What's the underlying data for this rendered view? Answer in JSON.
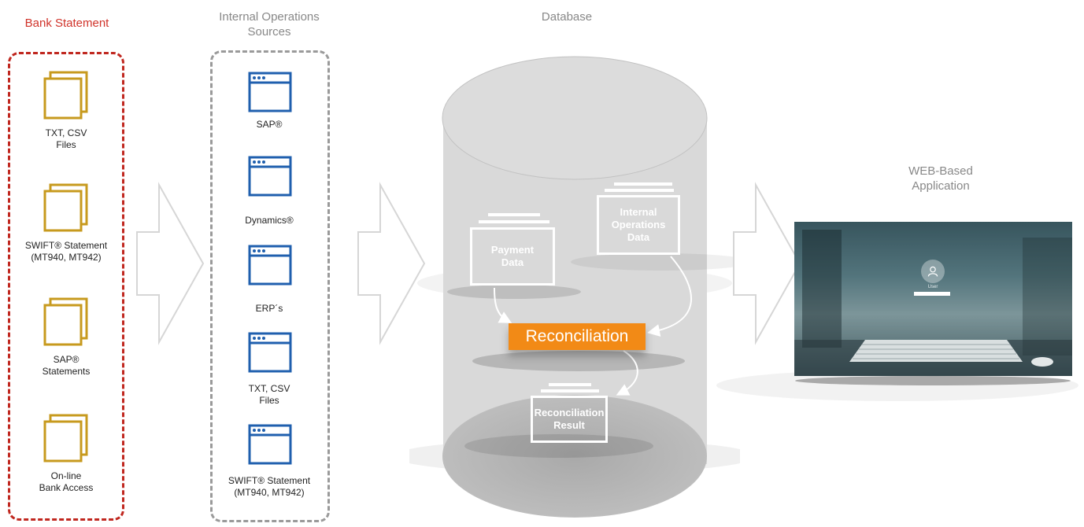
{
  "columns": {
    "bank_statement": {
      "title": "Bank Statement",
      "items": [
        {
          "line1": "TXT, CSV",
          "line2": "Files"
        },
        {
          "line1": "SWIFT® Statement",
          "line2": "(MT940, MT942)"
        },
        {
          "line1": "SAP®",
          "line2": "Statements"
        },
        {
          "line1": "On-line",
          "line2": "Bank Access"
        }
      ]
    },
    "internal_sources": {
      "title_line1": "Internal Operations",
      "title_line2": "Sources",
      "items": [
        {
          "line1": "SAP®",
          "line2": ""
        },
        {
          "line1": "Dynamics®",
          "line2": ""
        },
        {
          "line1": "ERP´s",
          "line2": ""
        },
        {
          "line1": "TXT, CSV",
          "line2": "Files"
        },
        {
          "line1": "SWIFT® Statement",
          "line2": "(MT940, MT942)"
        }
      ]
    },
    "database": {
      "title": "Database",
      "payment_line1": "Payment",
      "payment_line2": "Data",
      "internal_line1": "Internal",
      "internal_line2": "Operations",
      "internal_line3": "Data",
      "reconciliation": "Reconciliation",
      "result_line1": "Reconciliation",
      "result_line2": "Result"
    },
    "web_app": {
      "title_line1": "WEB-Based",
      "title_line2": "Application",
      "user_label": "User"
    }
  },
  "colors": {
    "bank_frame": "#c0271f",
    "bank_icon": "#c79a1e",
    "source_icon": "#1f5fae",
    "reconciliation": "#f28a16",
    "cylinder": "#d9d9d9"
  }
}
